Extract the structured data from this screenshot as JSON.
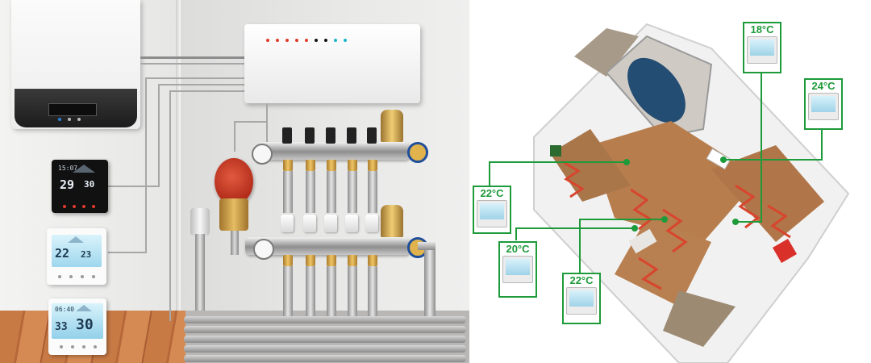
{
  "colors": {
    "callout_green": "#1d9a3a",
    "floor_heat_red": "#d8452e",
    "wall_grey": "#e6e6e5",
    "wood": "#c87a45"
  },
  "left_scene": {
    "thermostat_black": {
      "time": "15:07",
      "temp_left": "29",
      "temp_right": "30"
    },
    "thermostat_white": {
      "temp_left": "22",
      "temp_right": "23"
    },
    "thermostat_floor": {
      "time": "06:40",
      "temp_left": "33",
      "temp_right": "30"
    }
  },
  "callouts": [
    {
      "id": "c1",
      "label": "18°C"
    },
    {
      "id": "c2",
      "label": "24°C"
    },
    {
      "id": "c3",
      "label": "22°C"
    },
    {
      "id": "c4",
      "label": "20°C"
    },
    {
      "id": "c5",
      "label": "22°C"
    }
  ],
  "icons": [
    "boiler-icon",
    "controller-icon",
    "pump-icon",
    "manifold-icon",
    "thermostat-icon",
    "car-icon"
  ]
}
